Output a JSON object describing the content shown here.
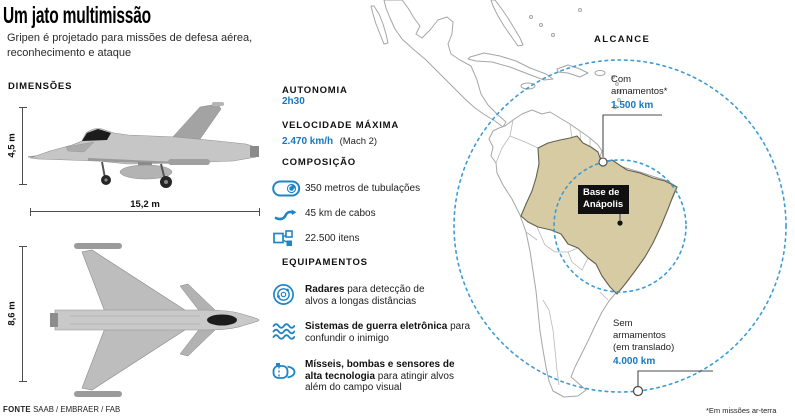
{
  "header": {
    "title": "Um jato multimissão",
    "subtitle_line1": "Gripen é projetado para missões de defesa aérea,",
    "subtitle_line2": "reconhecimento e ataque"
  },
  "dimensions": {
    "heading": "DIMENSÕES",
    "height": "4,5 m",
    "length": "15,2 m",
    "wingspan": "8,6 m"
  },
  "specs": {
    "autonomy_label": "AUTONOMIA",
    "autonomy_value": "2h30",
    "speed_label": "VELOCIDADE MÁXIMA",
    "speed_value": "2.470 km/h",
    "speed_note": "(Mach 2)",
    "composition_label": "COMPOSIÇÃO",
    "composition_items": [
      {
        "icon": "tubing-icon",
        "text": "350 metros de tubulações"
      },
      {
        "icon": "cable-icon",
        "text": "45 km de cabos"
      },
      {
        "icon": "parts-icon",
        "text": "22.500 itens"
      }
    ],
    "equipment_label": "EQUIPAMENTOS",
    "equipment_items": [
      {
        "icon": "radar-icon",
        "bold": "Radares",
        "text": " para detecção de alvos a longas distâncias"
      },
      {
        "icon": "waves-icon",
        "bold": "Sistemas de guerra eletrônica",
        "text": " para confundir o inimigo"
      },
      {
        "icon": "missile-icon",
        "bold": "Mísseis, bombas e sensores de alta tecnologia",
        "text": " para atingir alvos além do campo visual"
      }
    ]
  },
  "map": {
    "heading": "ALCANCE",
    "base_line1": "Base de",
    "base_line2": "Anápolis",
    "armed_line1": "Com",
    "armed_line2": "armamentos*",
    "armed_value": "1.500 km",
    "unarmed_line1": "Sem",
    "unarmed_line2": "armamentos",
    "unarmed_line3": "(em translado)",
    "unarmed_value": "4.000 km",
    "footnote": "*Em missões ar-terra"
  },
  "footer": {
    "source_label": "FONTE",
    "source_value": "SAAB / EMBRAER / FAB"
  },
  "colors": {
    "accent_blue": "#1878bd",
    "icon_blue": "#1f86c6",
    "circle_blue": "#3d9bd5",
    "brazil_fill": "#d6cba3"
  }
}
